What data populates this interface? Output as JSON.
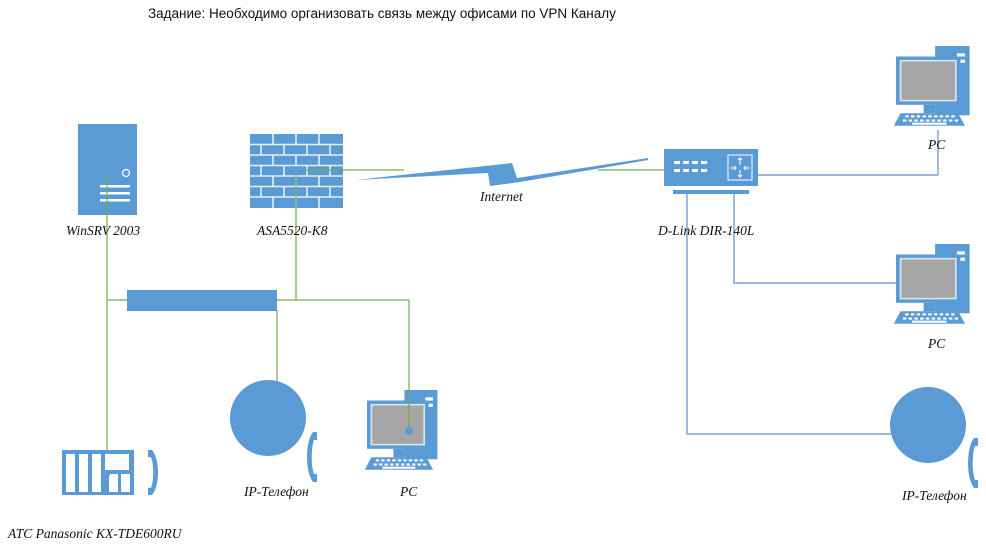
{
  "title": "Задание: Необходимо организовать связь между офисами по VPN Каналу",
  "colors": {
    "device_blue": "#5b9bd5",
    "screen_gray": "#a5a5a5",
    "link_green": "#70ad47",
    "link_blue": "#5b8ec8",
    "text": "#111111"
  },
  "nodes": {
    "server": {
      "label": "WinSRV 2003",
      "icon": "server-icon"
    },
    "firewall": {
      "label": "ASA5520-K8",
      "icon": "firewall-icon"
    },
    "internet": {
      "label": "Internet",
      "icon": "lightning-link-icon"
    },
    "router": {
      "label": "D-Link DIR-140L",
      "icon": "router-icon"
    },
    "switch": {
      "label": "",
      "icon": "switch-icon"
    },
    "pbx": {
      "label": "АТС Panasonic KX-TDE600RU",
      "icon": "pbx-icon"
    },
    "ip_phone_left": {
      "label": "IP-Телефон",
      "icon": "ip-phone-icon"
    },
    "pc_left": {
      "label": "PC",
      "icon": "pc-icon"
    },
    "pc_right_top": {
      "label": "PC",
      "icon": "pc-icon"
    },
    "pc_right_mid": {
      "label": "PC",
      "icon": "pc-icon"
    },
    "ip_phone_right": {
      "label": "IP-Телефон",
      "icon": "ip-phone-icon"
    }
  },
  "connections": [
    {
      "from": "server",
      "to": "pbx",
      "style": "green"
    },
    {
      "from": "server",
      "to": "switch",
      "style": "green"
    },
    {
      "from": "firewall",
      "to": "switch",
      "style": "green"
    },
    {
      "from": "switch",
      "to": "ip_phone_left",
      "style": "green"
    },
    {
      "from": "switch",
      "to": "pc_left",
      "style": "green"
    },
    {
      "from": "firewall",
      "to": "internet",
      "style": "green"
    },
    {
      "from": "internet",
      "to": "router",
      "style": "green"
    },
    {
      "from": "router",
      "to": "pc_right_top",
      "style": "blue"
    },
    {
      "from": "router",
      "to": "pc_right_mid",
      "style": "blue"
    },
    {
      "from": "router",
      "to": "ip_phone_right",
      "style": "blue"
    }
  ]
}
